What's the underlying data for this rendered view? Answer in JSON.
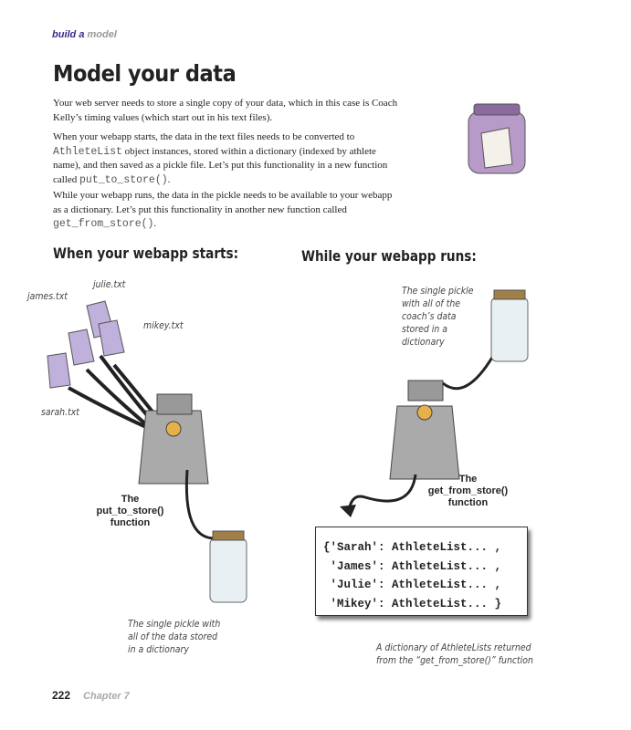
{
  "header": {
    "section_a": "build a",
    "section_b": "model"
  },
  "title": "Model your data",
  "paragraphs": {
    "p1": "Your web server needs to store a single copy of your data, which in this case is Coach Kelly’s timing values (which start out in his text files).",
    "p2_a": "When your webapp starts, the data in the text files needs to be converted to ",
    "p2_code1": "AthleteList",
    "p2_b": " object instances, stored within a dictionary (indexed by athlete name), and then saved as a pickle file. Let’s put this functionality in a new function called ",
    "p2_code2": "put_to_store()",
    "p2_c": ".",
    "p3_a": "While your webapp runs, the data in the pickle needs to be available to your webapp as a dictionary. Let’s put this functionality in another new function called ",
    "p3_code": "get_from_store()",
    "p3_b": "."
  },
  "left": {
    "heading": "When your webapp starts:",
    "files": [
      "james.txt",
      "julie.txt",
      "mikey.txt",
      "sarah.txt"
    ],
    "machine_label_1": "The",
    "machine_label_2": "put_to_store()",
    "machine_label_3": "function",
    "note": "The single pickle with all of the data stored in a dictionary"
  },
  "right": {
    "heading": "While your webapp runs:",
    "jar_note": "The single pickle with all of the coach’s data stored in a dictionary",
    "machine_label_1": "The",
    "machine_label_2": "get_from_store()",
    "machine_label_3": "function",
    "dict_lines": [
      "{'Sarah': AthleteList... ,",
      " 'James': AthleteList... ,",
      " 'Julie': AthleteList... ,",
      " 'Mikey': AthleteList... }"
    ],
    "note": "A dictionary of AthleteLists returned from the “get_from_store()” function"
  },
  "footer": {
    "page": "222",
    "chapter": "Chapter 7"
  }
}
